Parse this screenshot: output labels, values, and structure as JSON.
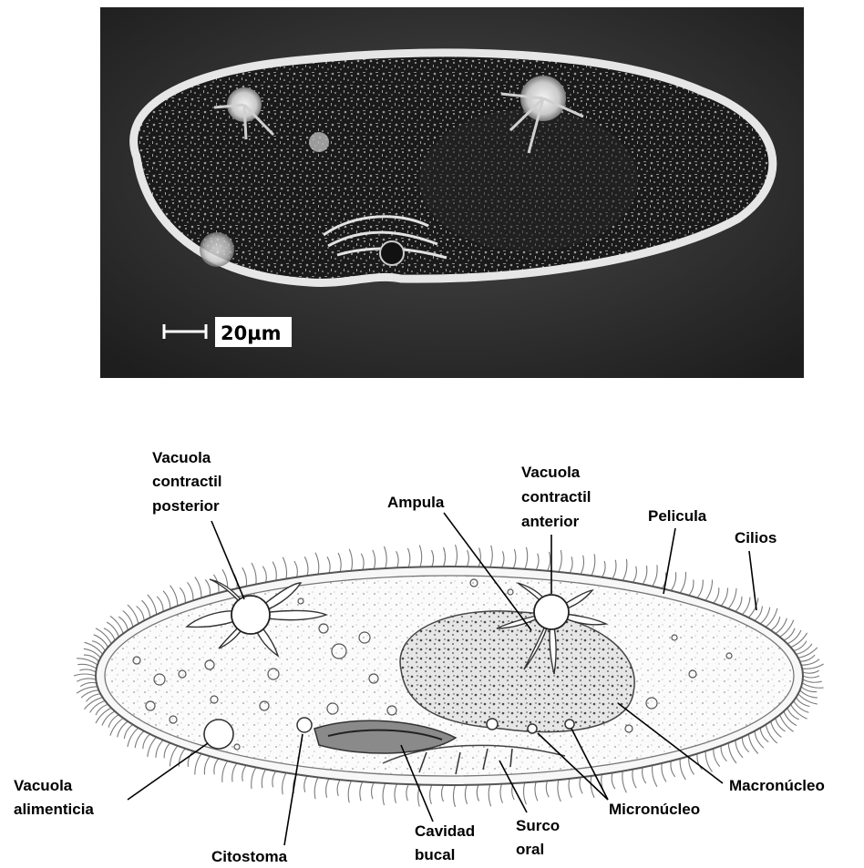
{
  "micrograph": {
    "scale_bar_label": "20µm"
  },
  "labels": {
    "vacuola_contractil_posterior": [
      "Vacuola",
      "contractil",
      "posterior"
    ],
    "vacuola_contractil_anterior": [
      "Vacuola",
      "contractil",
      "anterior"
    ],
    "ampula": "Ampula",
    "pelicula": "Pelicula",
    "cilios": "Cilios",
    "vacuola_alimenticia": [
      "Vacuola",
      "alimenticia"
    ],
    "citostoma": "Citostoma",
    "cavidad_bucal": [
      "Cavidad",
      "bucal"
    ],
    "surco_oral": [
      "Surco",
      "oral"
    ],
    "micronucleo": "Micronúcleo",
    "macronucleo": "Macronúcleo"
  },
  "colors": {
    "micrograph_background": "#2b2b2b",
    "cell_outline": "#e8e8e8",
    "ink": "#000000"
  }
}
